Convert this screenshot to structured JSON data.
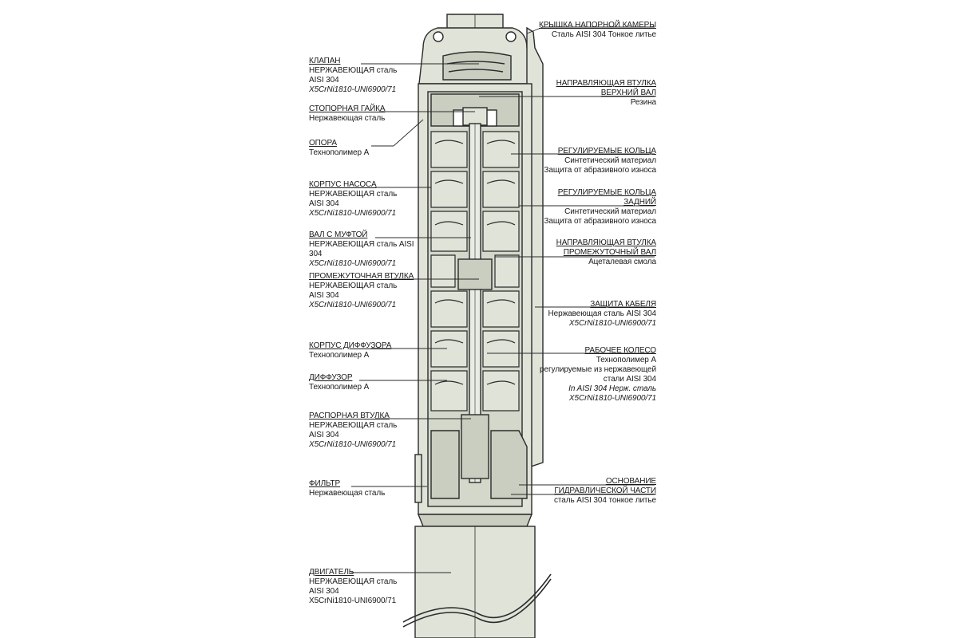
{
  "labels_left": [
    {
      "id": "klapan",
      "title": "КЛАПАН",
      "lines": [
        "НЕРЖАВЕЮЩАЯ сталь",
        "AISI 304"
      ],
      "italic": [
        "X5CrNi1810-UNI6900/71"
      ]
    },
    {
      "id": "stopornaya-gaika",
      "title": "СТОПОРНАЯ ГАЙКА",
      "lines": [
        "Нержавеющая сталь"
      ],
      "italic": []
    },
    {
      "id": "opora",
      "title": "ОПОРА",
      "lines": [
        "Технополимер А"
      ],
      "italic": []
    },
    {
      "id": "korpus-nasosa",
      "title": "КОРПУС НАСОСА",
      "lines": [
        "НЕРЖАВЕЮЩАЯ сталь",
        "AISI 304"
      ],
      "italic": [
        "X5CrNi1810-UNI6900/71"
      ]
    },
    {
      "id": "val-s-muftoy",
      "title": "ВАЛ С МУФТОЙ",
      "lines": [
        "НЕРЖАВЕЮЩАЯ сталь  AISI 304"
      ],
      "italic": [
        "X5CrNi1810-UNI6900/71"
      ]
    },
    {
      "id": "promezhutochnaya-vtulka",
      "title": "ПРОМЕЖУТОЧНАЯ ВТУЛКА",
      "lines": [
        "НЕРЖАВЕЮЩАЯ сталь",
        "AISI 304"
      ],
      "italic": [
        "X5CrNi1810-UNI6900/71"
      ]
    },
    {
      "id": "korpus-diffuzora",
      "title": "КОРПУС ДИФФУЗОРА",
      "lines": [
        "Технополимер А"
      ],
      "italic": []
    },
    {
      "id": "diffuzor",
      "title": "ДИФФУЗОР",
      "lines": [
        "Технополимер А"
      ],
      "italic": []
    },
    {
      "id": "rasporная-vtulka",
      "title": "РАСПОРНАЯ ВТУЛКА",
      "lines": [
        "НЕРЖАВЕЮЩАЯ сталь",
        "AISI 304"
      ],
      "italic": [
        "X5CrNi1810-UNI6900/71"
      ]
    },
    {
      "id": "filtr",
      "title": "ФИЛЬТР",
      "lines": [
        "Нержавеющая сталь"
      ],
      "italic": []
    },
    {
      "id": "dvigatel",
      "title": "ДВИГАТЕЛЬ",
      "lines": [
        "НЕРЖАВЕЮЩАЯ сталь",
        "AISI 304",
        "X5CrNi1810-UNI6900/71"
      ],
      "italic": []
    }
  ],
  "labels_right": [
    {
      "id": "kryshka",
      "title": "КРЫШКА НАПОРНОЙ КАМЕРЫ",
      "title2": "",
      "lines": [
        "Сталь AISI 304 Тонкое литье"
      ],
      "italic": []
    },
    {
      "id": "napr-vtulka-verh",
      "title": "НАПРАВЛЯЮЩАЯ ВТУЛКА",
      "title2": "ВЕРХНИЙ ВАЛ",
      "lines": [
        "Резина"
      ],
      "italic": []
    },
    {
      "id": "reg-koltsa",
      "title": "РЕГУЛИРУЕМЫЕ КОЛЬЦА",
      "title2": "",
      "lines": [
        "Синтетический материал",
        "Защита от абразивного износа"
      ],
      "italic": []
    },
    {
      "id": "reg-koltsa-zadniy",
      "title": "РЕГУЛИРУЕМЫЕ КОЛЬЦА",
      "title2": "ЗАДНИЙ",
      "lines": [
        "Синтетический материал",
        "Защита от абразивного износа"
      ],
      "italic": []
    },
    {
      "id": "napr-vtulka-prom",
      "title": "НАПРАВЛЯЮЩАЯ ВТУЛКА",
      "title2": "ПРОМЕЖУТОЧНЫЙ ВАЛ",
      "lines": [
        "Ацеталевая смола"
      ],
      "italic": []
    },
    {
      "id": "zashchita-kabelya",
      "title": "ЗАЩИТА КАБЕЛЯ",
      "title2": "",
      "lines": [
        "Нержавеющая сталь AISI 304"
      ],
      "italic": [
        "X5CrNi1810-UNI6900/71"
      ]
    },
    {
      "id": "rabochee-koleso",
      "title": "РАБОЧЕЕ КОЛЕСО",
      "title2": "",
      "lines": [
        "Технополимер А",
        "регулируемые из нержавеющей",
        "стали AISI 304"
      ],
      "italic": [
        "In AISI 304 Нерж. сталь",
        "X5CrNi1810-UNI6900/71"
      ]
    },
    {
      "id": "osnovanie",
      "title": "ОСНОВАНИЕ",
      "title2": "ГИДРАВЛИЧЕСКОЙ ЧАСТИ",
      "lines": [
        "сталь AISI 304 тонкое литье"
      ],
      "italic": []
    }
  ],
  "colors": {
    "body_fill": "#dfe3d8",
    "inner_fill": "#c9cec0",
    "outline": "#2b2b2b",
    "text": "#1a1a1a"
  }
}
